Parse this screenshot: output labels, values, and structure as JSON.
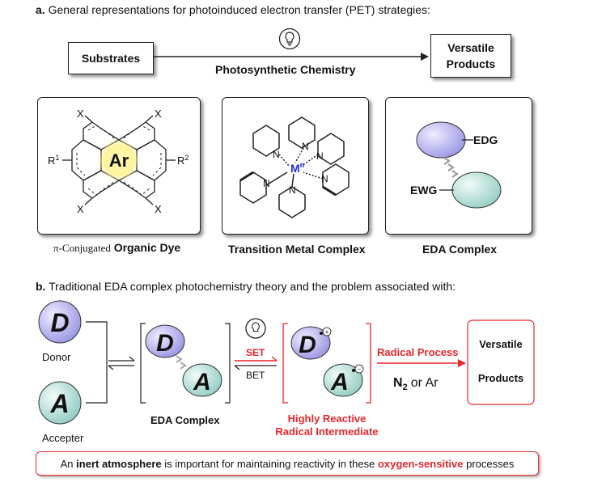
{
  "section_a": {
    "letter": "a.",
    "title": "General representations for photoinduced electron transfer (PET) strategies:",
    "substrates": "Substrates",
    "arrow_label": "Photosynthetic Chemistry",
    "products_line1": "Versatile",
    "products_line2": "Products",
    "panel1": {
      "center": "Ar",
      "x": "X",
      "r1": "R",
      "r1_sup": "1",
      "r2": "R",
      "r2_sup": "2",
      "caption_prefix": "π-Conjugated",
      "caption_rest": "Organic Dye"
    },
    "panel2": {
      "metal": "M",
      "metal_sup": "n",
      "n": "N",
      "caption": "Transition Metal Complex"
    },
    "panel3": {
      "edg": "EDG",
      "ewg": "EWG",
      "caption": "EDA Complex"
    }
  },
  "section_b": {
    "letter": "b.",
    "title": "Traditional EDA complex photochemistry theory and the problem associated with:",
    "donor_letter": "D",
    "donor_label": "Donor",
    "acceptor_letter": "A",
    "acceptor_label": "Accepter",
    "complex_caption": "EDA Complex",
    "set": "SET",
    "bet": "BET",
    "radical_line1": "Highly Reactive",
    "radical_line2": "Radical Intermediate",
    "radical_process": "Radical Process",
    "atmosphere_n": "N",
    "atmosphere_sub": "2",
    "atmosphere_rest": "or Ar",
    "products_line1": "Versatile",
    "products_line2": "Products",
    "note_pre": "An ",
    "note_bold": "inert atmosphere",
    "note_mid": " is important for maintaining reactivity in these ",
    "note_red": "oxygen-sensitive",
    "note_post": " processes"
  },
  "colors": {
    "red": "#e8262b",
    "donor_fill": "#b9b6ef",
    "acceptor_fill": "#b7e0d9",
    "ar_glow": "#fff3a6"
  }
}
